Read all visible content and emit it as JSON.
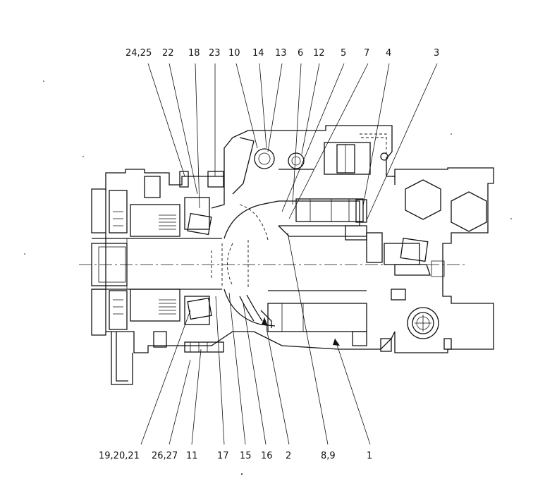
{
  "diagram": {
    "callouts_top": [
      "24,25",
      "22",
      "18",
      "23",
      "10",
      "14",
      "13",
      "6",
      "12",
      "5",
      "7",
      "4",
      "3"
    ],
    "callouts_bottom": [
      "19,20,21",
      "26,27",
      "11",
      "17",
      "15",
      "16",
      "2",
      "8,9",
      "1"
    ]
  }
}
